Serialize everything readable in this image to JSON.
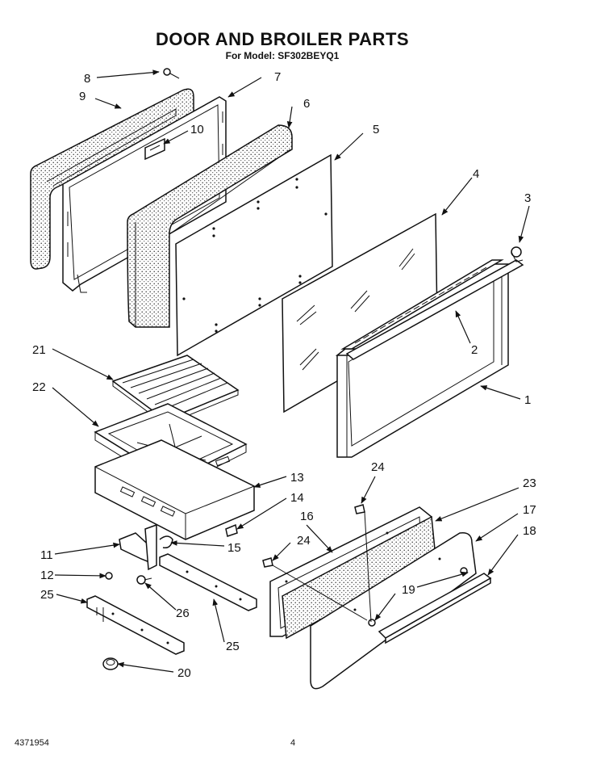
{
  "header": {
    "title": "DOOR AND BROILER PARTS",
    "subtitle": "For Model: SF302BEYQ1"
  },
  "footer": {
    "doc_number": "4371954",
    "page_number": "4"
  },
  "callouts": {
    "c1": "1",
    "c2": "2",
    "c3": "3",
    "c4": "4",
    "c5": "5",
    "c6": "6",
    "c7": "7",
    "c8": "8",
    "c9": "9",
    "c10": "10",
    "c11": "11",
    "c12": "12",
    "c13": "13",
    "c14": "14",
    "c15": "15",
    "c16": "16",
    "c17": "17",
    "c18": "18",
    "c19": "19",
    "c20": "20",
    "c21": "21",
    "c22": "22",
    "c23": "23",
    "c24a": "24",
    "c24b": "24",
    "c25a": "25",
    "c25b": "25",
    "c26": "26"
  }
}
